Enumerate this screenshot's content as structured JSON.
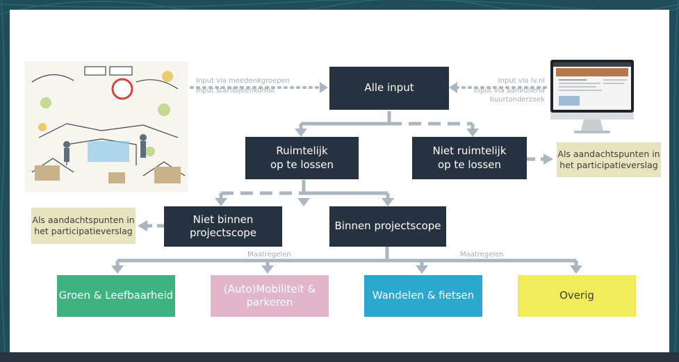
{
  "colors": {
    "dark_box": "#26323f",
    "beige_box": "#e8e4bf",
    "arrow": "#aab6c0",
    "groen": "#3fb37f",
    "mobiliteit": "#e2b6ca",
    "wandelen": "#2aa8cf",
    "overig": "#f0ec5b",
    "background": "#1f4e5a"
  },
  "inputs": {
    "left_line1": "Input via meedenkgroepen",
    "left_line2": "Input startbijeenkomst",
    "right_line1": "Input via lv.nl",
    "right_line2": "Input via aanvullend",
    "right_line3": "buurtonderzoek"
  },
  "nodes": {
    "alle_input": "Alle input",
    "ruimtelijk": "Ruimtelijk\nop te lossen",
    "niet_ruimtelijk": "Niet ruimtelijk\nop te lossen",
    "aandacht_right": "Als aandachtspunten in\nhet participatieverslag",
    "niet_binnen": "Niet binnen\nprojectscope",
    "binnen": "Binnen projectscope",
    "aandacht_left": "Als aandachtspunten in\nhet participatieverslag"
  },
  "maatregelen_left": "Maatregelen",
  "maatregelen_right": "Maatregelen",
  "categories": {
    "groen": "Groen & Leefbaarheid",
    "mobiliteit": "(Auto)Mobiliteit &\nparkeren",
    "wandelen": "Wandelen & fietsen",
    "overig": "Overig"
  },
  "images": {
    "sketch": "visual-notes-sketch-icon",
    "monitor": "website-monitor-icon"
  }
}
